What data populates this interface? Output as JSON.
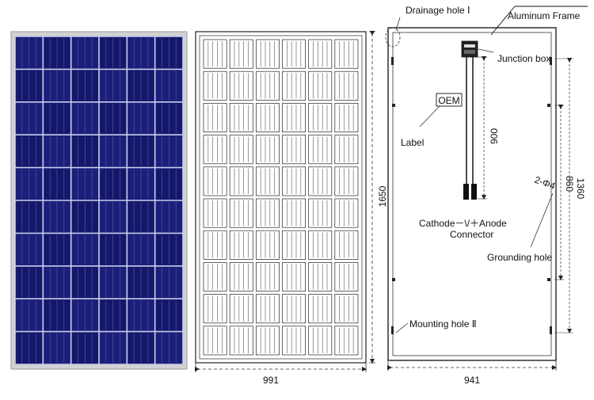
{
  "panel_front": {
    "columns": 6,
    "rows": 10,
    "colors": {
      "cell": "#1b1f7a",
      "cell_dark": "#15186a",
      "grid": "#c9cdea",
      "frame": "#c8c8c8"
    }
  },
  "panel_back": {
    "columns": 6,
    "rows": 10,
    "finger_lines_per_cell": 5
  },
  "labels": {
    "drainage_hole": "Drainage hole Ⅰ",
    "aluminum_frame": "Aluminum Frame",
    "junction_box": "Junction box",
    "oem": "OEM",
    "label": "Label",
    "cathode_anode": "Cathode－\\/＋Anode",
    "connector": "Connector",
    "grounding_hole": "Grounding hole",
    "mounting_hole": "Mounting hole Ⅱ",
    "hole_spec": "2-Φ4"
  },
  "dimensions": {
    "height": "1650",
    "width_panel": "991",
    "width_frame": "941",
    "cable_length": "900",
    "grounding_spacing": "860",
    "mounting_spacing": "1360"
  }
}
